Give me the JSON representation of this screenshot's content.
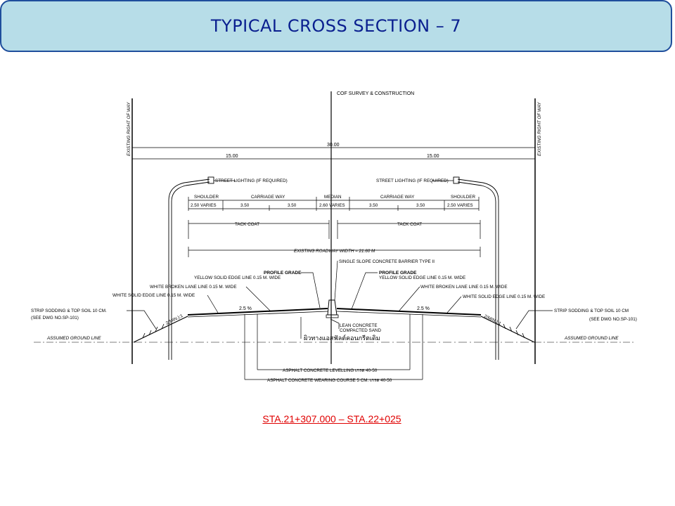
{
  "header": {
    "title": "TYPICAL CROSS SECTION – 7"
  },
  "drawing": {
    "centerline_label": "COF SURVEY & CONSTRUCTION",
    "row_left": "EXISTING RIGHT OF WAY",
    "row_right": "EXISTING RIGHT OF WAY",
    "total_width": "30.00",
    "half_left": "15.00",
    "half_right": "15.00",
    "street_lighting_left": "STREET LIGHTING (IF REQUIRED)",
    "street_lighting_right": "STREET LIGHTING (IF REQUIRED)",
    "shoulder_left": "SHOULDER",
    "carriage_left": "CARRIAGE WAY",
    "median": "MEDIAN",
    "carriage_right": "CARRIAGE WAY",
    "shoulder_right": "SHOULDER",
    "dim_250_varies_left": "2.50 VARIES",
    "dim_350_a": "3.50",
    "dim_350_b": "3.50",
    "dim_260_varies": "2.60 VARIES",
    "dim_350_c": "3.50",
    "dim_350_d": "3.50",
    "dim_250_varies_right": "2.50 VARIES",
    "tack_coat_left": "TACK COAT",
    "tack_coat_right": "TACK COAT",
    "existing_roadway": "EXISTING ROADWAY WIDTH = 21.60 M",
    "barrier": "SINGLE SLOPE CONCRETE BARRIER TYPE II",
    "profile_grade_left": "PROFILE GRADE",
    "profile_grade_right": "PROFILE GRADE",
    "yellow_edge_left": "YELLOW SOLID EDGE LINE 0.15 M. WIDE",
    "yellow_edge_right": "YELLOW SOLID EDGE LINE 0.15 M. WIDE",
    "white_broken_left": "WHITE BROKEN LANE LINE 0.15 M. WIDE",
    "white_broken_right": "WHITE BROKEN LANE LINE 0.15 M. WIDE",
    "white_solid_left": "WHITE SOLID EDGE LINE 0.15 M. WIDE",
    "white_solid_right": "WHITE SOLID EDGE LINE 0.15 M. WIDE",
    "strip_sodding_left_1": "STRIP SODDING & TOP SOIL 10 CM.",
    "strip_sodding_left_2": "(SEE DWG NO.SP-101)",
    "strip_sodding_right_1": "STRIP SODDING & TOP SOIL 10 CM",
    "strip_sodding_right_2": "(SEE DWG NO.SP-101)",
    "slope_left": "2(MIN.):1",
    "slope_right": "2(MIN.):1",
    "grade_left": "2.5 %",
    "grade_right": "2.5 %",
    "assumed_ground_left": "ASSUMED GROUND LINE",
    "assumed_ground_right": "ASSUMED GROUND LINE",
    "lean_concrete": "LEAN CONCRETE",
    "compacted_sand": "COMPACTED SAND",
    "existing_pavement_thai": "ผิวทางแอสฟัลต์คอนกรีตเดิม",
    "ac_levelling": "ASPHALT CONCRETE LEVELLING เกรด 40-50",
    "ac_wearing": "ASPHALT CONCRETE WEARING COURSE 5 CM. เกรด 40-50"
  },
  "station_range": "STA.21+307.000 – STA.22+025"
}
